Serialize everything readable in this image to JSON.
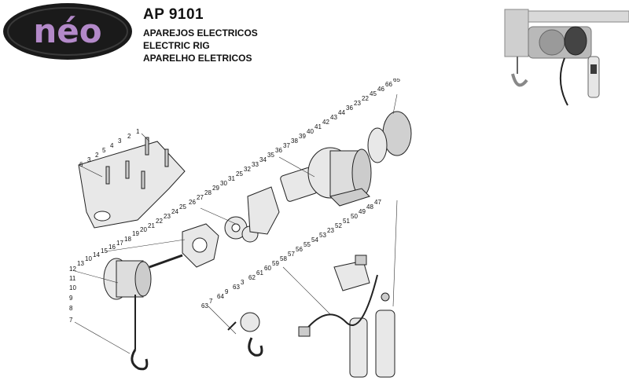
{
  "brand": {
    "name": "néo"
  },
  "header": {
    "model": "AP 9101",
    "line1": "APAREJOS ELECTRICOS",
    "line2": "ELECTRIC RIG",
    "line3": "APARELHO ELETRICOS"
  },
  "colors": {
    "logo_bg": "#1a1a1a",
    "logo_text": "#b389c9",
    "line": "#222222",
    "part_fill": "#e8e8e8"
  },
  "part_labels": [
    "1",
    "2",
    "3",
    "4",
    "5",
    "2",
    "3",
    "6",
    "7",
    "8",
    "9",
    "10",
    "11",
    "12",
    "13",
    "10",
    "14",
    "15",
    "16",
    "17",
    "18",
    "19",
    "20",
    "21",
    "22",
    "23",
    "24",
    "25",
    "26",
    "27",
    "28",
    "29",
    "30",
    "31",
    "25",
    "32",
    "33",
    "34",
    "35",
    "36",
    "37",
    "38",
    "39",
    "40",
    "41",
    "42",
    "43",
    "44",
    "36",
    "23",
    "22",
    "45",
    "46",
    "66",
    "65",
    "63",
    "7",
    "64",
    "9",
    "63",
    "3",
    "62",
    "61",
    "60",
    "59",
    "58",
    "57",
    "56",
    "55",
    "54",
    "53",
    "23",
    "52",
    "51",
    "50",
    "49",
    "48",
    "47"
  ]
}
